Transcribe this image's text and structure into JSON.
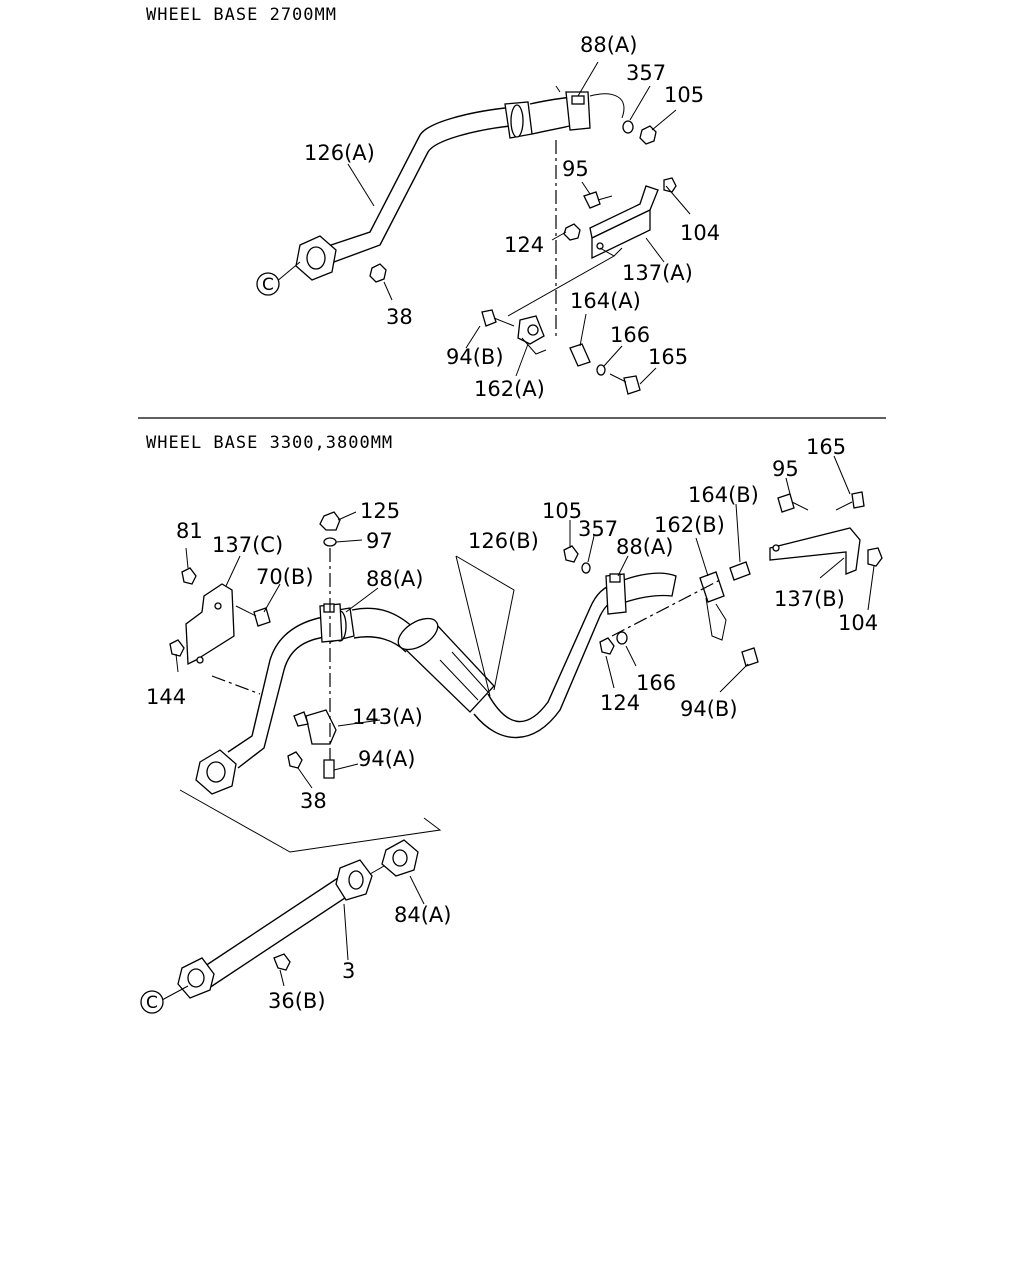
{
  "sections": {
    "top_title": "WHEEL BASE 2700MM",
    "bottom_title": "WHEEL BASE 3300,3800MM"
  },
  "top_labels": {
    "p88a": "88(A)",
    "p357": "357",
    "p105": "105",
    "p126a": "126(A)",
    "p95": "95",
    "p104": "104",
    "p124": "124",
    "p137a": "137(A)",
    "p38": "38",
    "p164a": "164(A)",
    "p166": "166",
    "p165": "165",
    "p94b": "94(B)",
    "p162a": "162(A)",
    "connector": "C"
  },
  "bottom_labels": {
    "p165": "165",
    "p95": "95",
    "p164b": "164(B)",
    "p105": "105",
    "p357": "357",
    "p162b": "162(B)",
    "p125": "125",
    "p81": "81",
    "p137c": "137(C)",
    "p97": "97",
    "p126b": "126(B)",
    "p88a_left": "88(A)",
    "p88a_right": "88(A)",
    "p70b": "70(B)",
    "p137b": "137(B)",
    "p104": "104",
    "p144": "144",
    "p166": "166",
    "p124": "124",
    "p143a": "143(A)",
    "p94b": "94(B)",
    "p94a": "94(A)",
    "p38": "38",
    "p84a": "84(A)",
    "p3": "3",
    "p36b": "36(B)",
    "connector": "C"
  }
}
